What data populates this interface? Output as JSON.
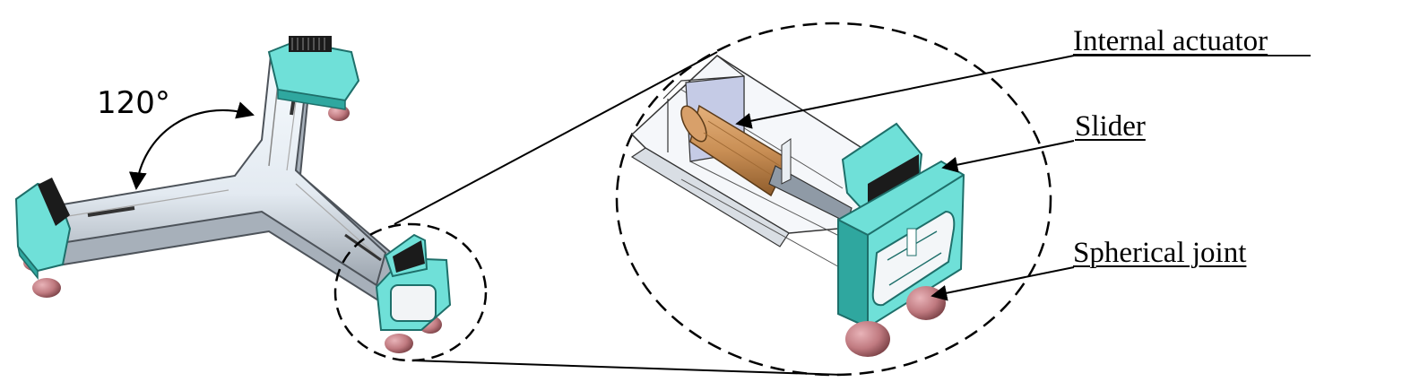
{
  "figure": {
    "angle_label": "120°",
    "labels": {
      "internal_actuator": "Internal actuator",
      "slider": "Slider",
      "spherical_joint": "Spherical joint"
    }
  },
  "colors": {
    "body": "#eef3f7",
    "body_edge": "#5a5f66",
    "slider": "#6fe0d8",
    "slider_dark": "#2fa79f",
    "joint": "#c9868c",
    "actuator": "#c98f55",
    "gear": "#1b1b1b"
  }
}
